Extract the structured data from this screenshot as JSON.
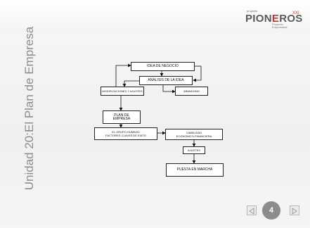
{
  "slide": {
    "title": "Unidad 20:El Plan de Empresa",
    "page_number": "4"
  },
  "logo": {
    "small": "proyecto",
    "word_pre": "PION",
    "word_e": "E",
    "word_post": "ROS",
    "suffix": "XXI",
    "sub_line1": "Proyecto",
    "sub_line2": "Empresarial"
  },
  "flowchart": {
    "idea": "IDEA DE NEGOCIO",
    "analisis": "ANALISIS DE LA IDEA",
    "modificaciones": "MODIFICACIONES Y AJUSTES",
    "abandono": "ABANDONO",
    "plan_line1": "PLAN DE",
    "plan_line2": "EMPRESA",
    "grupo_line1": "EL GRUPO HUMANO",
    "grupo_line2": "FACTORES CLAVES DE EXITO",
    "viabilidad_line1": "VIABILIDAD",
    "viabilidad_line2": "ECONOMICO-FINANCIERA",
    "ajustes": "AJUSTES",
    "puesta": "PUESTA EN MARCHA"
  },
  "navigation": {
    "prev_icon": "triangle-left-icon",
    "next_icon": "triangle-right-icon"
  }
}
